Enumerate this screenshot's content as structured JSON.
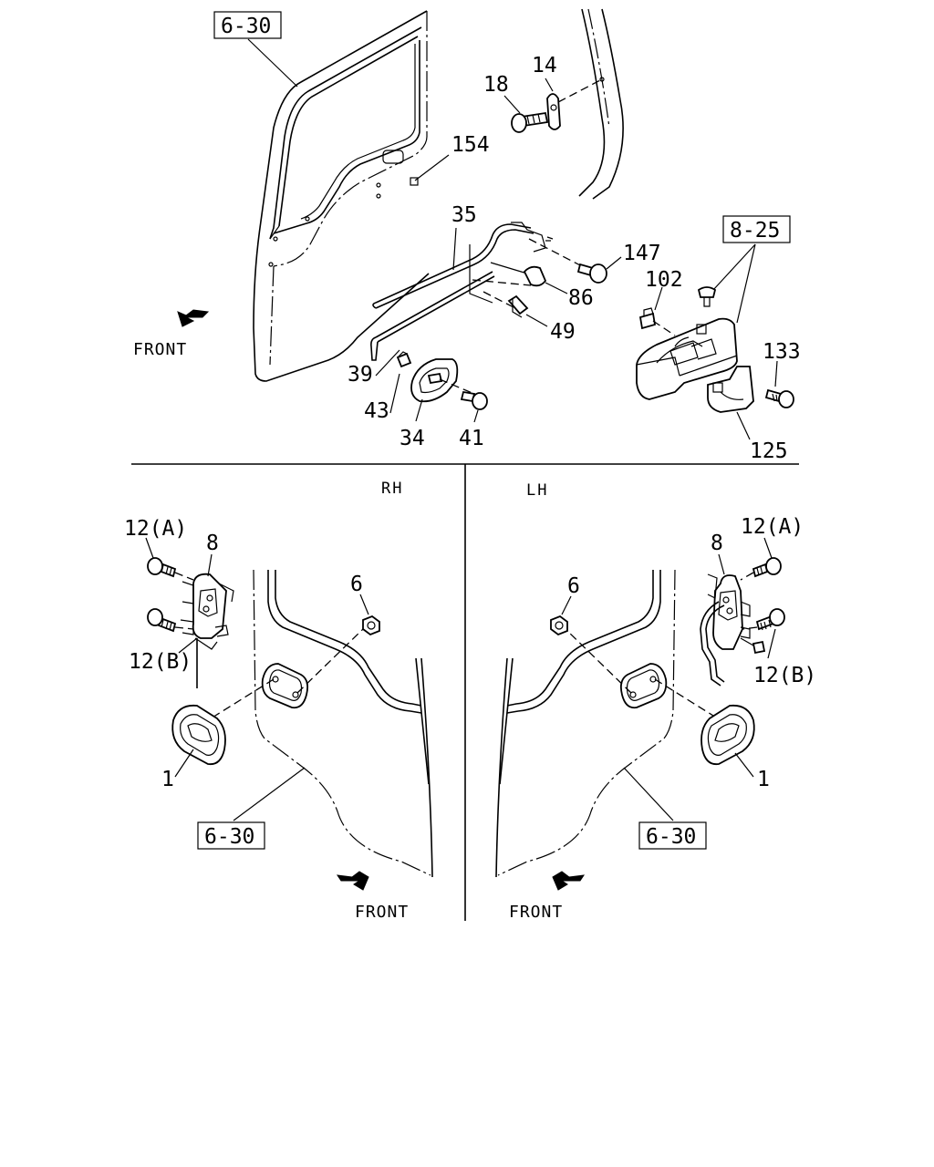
{
  "diagram": {
    "section_refs": {
      "top_door": "6-30",
      "armrest": "8-25",
      "rh_door": "6-30",
      "lh_door": "6-30"
    },
    "direction": {
      "top": "FRONT",
      "rh": "FRONT",
      "lh": "FRONT"
    },
    "sides": {
      "rh": "RH",
      "lh": "LH"
    },
    "top_callouts": {
      "p18": "18",
      "p14": "14",
      "p154": "154",
      "p35": "35",
      "p147": "147",
      "p86": "86",
      "p49": "49",
      "p102": "102",
      "p133": "133",
      "p39": "39",
      "p43": "43",
      "p34": "34",
      "p41": "41",
      "p125": "125"
    },
    "rh_callouts": {
      "p12a": "12(A)",
      "p8": "8",
      "p6": "6",
      "p12b": "12(B)",
      "p1": "1"
    },
    "lh_callouts": {
      "p12a": "12(A)",
      "p8": "8",
      "p6": "6",
      "p12b": "12(B)",
      "p1": "1"
    }
  }
}
